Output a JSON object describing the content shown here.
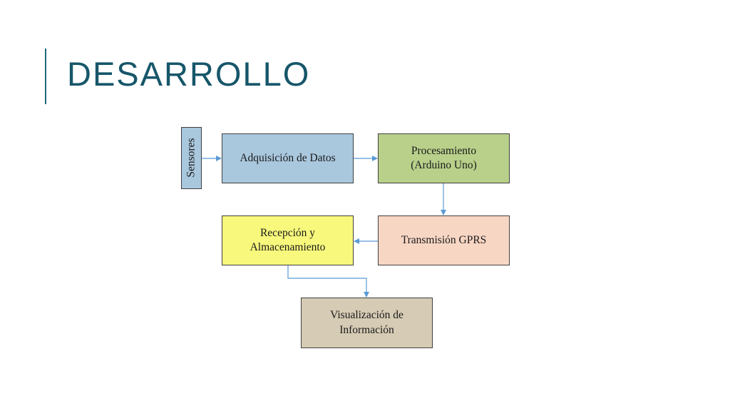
{
  "slide": {
    "title": "DESARROLLO"
  },
  "diagram": {
    "nodes": {
      "sensores": "Sensores",
      "adquisicion": "Adquisición de Datos",
      "procesamiento": "Procesamiento\n(Arduino Uno)",
      "transmision": "Transmisión GPRS",
      "recepcion": "Recepción y\nAlmacenamiento",
      "visualizacion": "Visualización de\nInformación"
    },
    "edges": [
      {
        "from": "sensores",
        "to": "adquisicion"
      },
      {
        "from": "adquisicion",
        "to": "procesamiento"
      },
      {
        "from": "procesamiento",
        "to": "transmision"
      },
      {
        "from": "transmision",
        "to": "recepcion"
      },
      {
        "from": "recepcion",
        "to": "visualizacion"
      }
    ],
    "colors": {
      "sensores": "#a9c7dd",
      "adquisicion": "#a9c7dd",
      "procesamiento": "#b8d08a",
      "transmision": "#f8d6c4",
      "recepcion": "#f8f87c",
      "visualizacion": "#d6cbb4",
      "arrow": "#5b9bd5",
      "title": "#17566a"
    }
  }
}
